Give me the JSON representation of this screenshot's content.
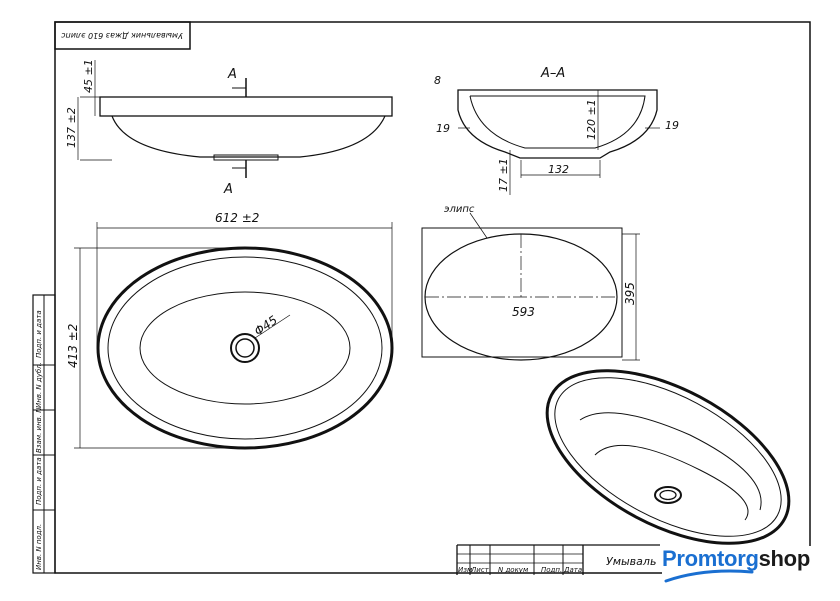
{
  "title_box": "Умывальник Джаз 610 элипс",
  "section_label": "A–A",
  "cut_label": "A",
  "dims": {
    "top_height": "45 ±1",
    "total_height": "137 ±2",
    "rim": "8",
    "wall_left": "19",
    "wall_right": "19",
    "depth": "120 ±1",
    "drain_width": "132",
    "bottom": "17 ±1",
    "width": "612 ±2",
    "length": "413 ±2",
    "drain_diam": "Φ45",
    "ellipse_label": "элипс",
    "ellipse_major": "593",
    "ellipse_minor": "395"
  },
  "side_stamps": [
    "Подп. и дата",
    "Инв. N дубл.",
    "Взам. инв. N",
    "Подп. и дата",
    "Инв. N подл."
  ],
  "title_block": {
    "cols": [
      "Изм",
      "Лист",
      "N докум",
      "Подп.",
      "Дата"
    ],
    "name": "Умываль"
  },
  "logo": {
    "part1": "Promtorg",
    "part2": "shop",
    "color1": "#1a6fd1",
    "color2": "#1b1b1b"
  }
}
